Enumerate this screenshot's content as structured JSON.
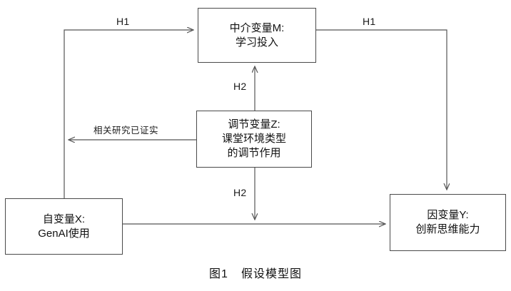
{
  "diagram": {
    "title": "假设模型图",
    "caption_prefix": "图1",
    "caption_text": "假设模型图",
    "nodes": {
      "mediator": {
        "name": "mediator-variable-m",
        "line1": "中介变量M:",
        "line2": "学习投入"
      },
      "moderator": {
        "name": "moderator-variable-z",
        "line1": "调节变量Z:",
        "line2": "课堂环境类型",
        "line3": "的调节作用"
      },
      "independent": {
        "name": "independent-variable-x",
        "line1": "自变量X:",
        "line2": "GenAI使用"
      },
      "dependent": {
        "name": "dependent-variable-y",
        "line1": "因变量Y:",
        "line2": "创新思维能力"
      }
    },
    "edge_labels": {
      "h1_left": "H1",
      "h1_right": "H1",
      "h2_top": "H2",
      "h2_bottom": "H2",
      "proven": "相关研究已证实"
    },
    "colors": {
      "box_border": "#4a4a4a",
      "edge_line": "#555555",
      "text": "#111111",
      "background": "#ffffff"
    }
  }
}
